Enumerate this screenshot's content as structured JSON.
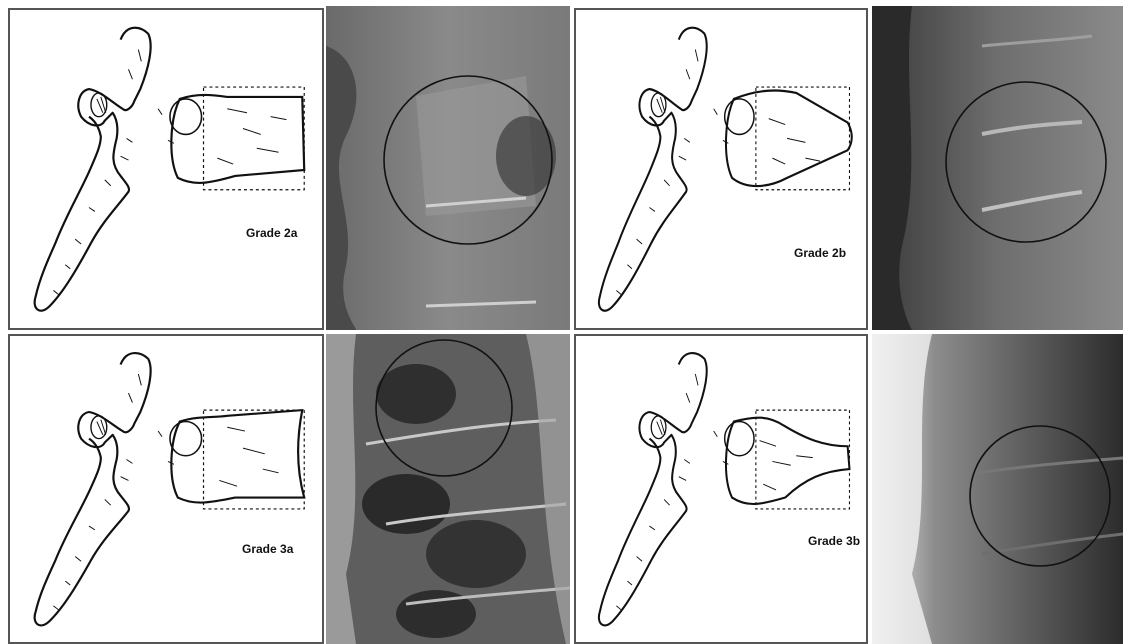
{
  "panels": [
    {
      "grade_label": "Grade 2a"
    },
    {
      "grade_label": "Grade 2b"
    },
    {
      "grade_label": "Grade 3a"
    },
    {
      "grade_label": "Grade 3b"
    }
  ],
  "colors": {
    "line": "#111111",
    "xray_dark": "#2e2e2e",
    "xray_mid": "#6d6d6d",
    "xray_light": "#bdbdbd"
  },
  "icons": [
    "vertebra-drawing",
    "radiograph",
    "region-circle"
  ]
}
